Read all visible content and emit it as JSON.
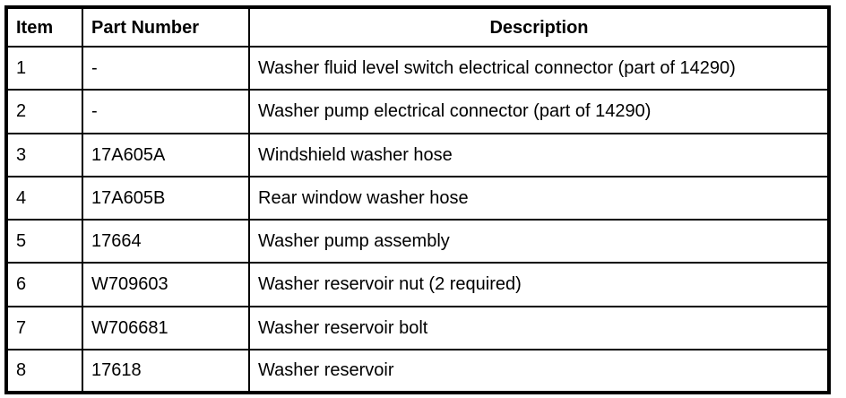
{
  "table": {
    "columns": {
      "item": "Item",
      "part_number": "Part Number",
      "description": "Description"
    },
    "rows": [
      {
        "item": "1",
        "part_number": "-",
        "description": "Washer fluid level switch electrical connector (part of 14290)"
      },
      {
        "item": "2",
        "part_number": "-",
        "description": "Washer pump electrical connector (part of 14290)"
      },
      {
        "item": "3",
        "part_number": "17A605A",
        "description": "Windshield washer hose"
      },
      {
        "item": "4",
        "part_number": "17A605B",
        "description": "Rear window washer hose"
      },
      {
        "item": "5",
        "part_number": "17664",
        "description": "Washer pump assembly"
      },
      {
        "item": "6",
        "part_number": "W709603",
        "description": "Washer reservoir nut (2 required)"
      },
      {
        "item": "7",
        "part_number": "W706681",
        "description": "Washer reservoir bolt"
      },
      {
        "item": "8",
        "part_number": "17618",
        "description": "Washer reservoir"
      }
    ],
    "colors": {
      "border": "#000000",
      "text": "#000000",
      "background": "#ffffff"
    }
  }
}
